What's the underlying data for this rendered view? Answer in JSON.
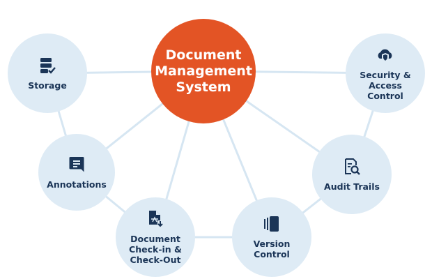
{
  "diagram": {
    "title": "Document\nManagement\nSystem",
    "colors": {
      "center_fill": "#e35425",
      "node_fill": "#deebf5",
      "link_color": "#d6e6f2",
      "text_dark": "#1b3557",
      "text_light": "#ffffff"
    },
    "nodes": [
      {
        "id": "storage",
        "label": "Storage",
        "icon": "database-check-icon"
      },
      {
        "id": "security",
        "label": "Security &\nAccess\nControl",
        "icon": "cloud-shield-icon"
      },
      {
        "id": "annotations",
        "label": "Annotations",
        "icon": "comment-icon"
      },
      {
        "id": "audit",
        "label": "Audit Trails",
        "icon": "document-search-icon"
      },
      {
        "id": "checkin",
        "label": "Document\nCheck-in &\nCheck-Out",
        "icon": "pdf-download-icon"
      },
      {
        "id": "version",
        "label": "Version\nControl",
        "icon": "versions-icon"
      }
    ],
    "links": [
      [
        "center",
        "storage"
      ],
      [
        "center",
        "security"
      ],
      [
        "center",
        "annotations"
      ],
      [
        "center",
        "audit"
      ],
      [
        "center",
        "checkin"
      ],
      [
        "center",
        "version"
      ],
      [
        "storage",
        "annotations"
      ],
      [
        "annotations",
        "checkin"
      ],
      [
        "checkin",
        "version"
      ],
      [
        "version",
        "audit"
      ],
      [
        "audit",
        "security"
      ]
    ]
  }
}
